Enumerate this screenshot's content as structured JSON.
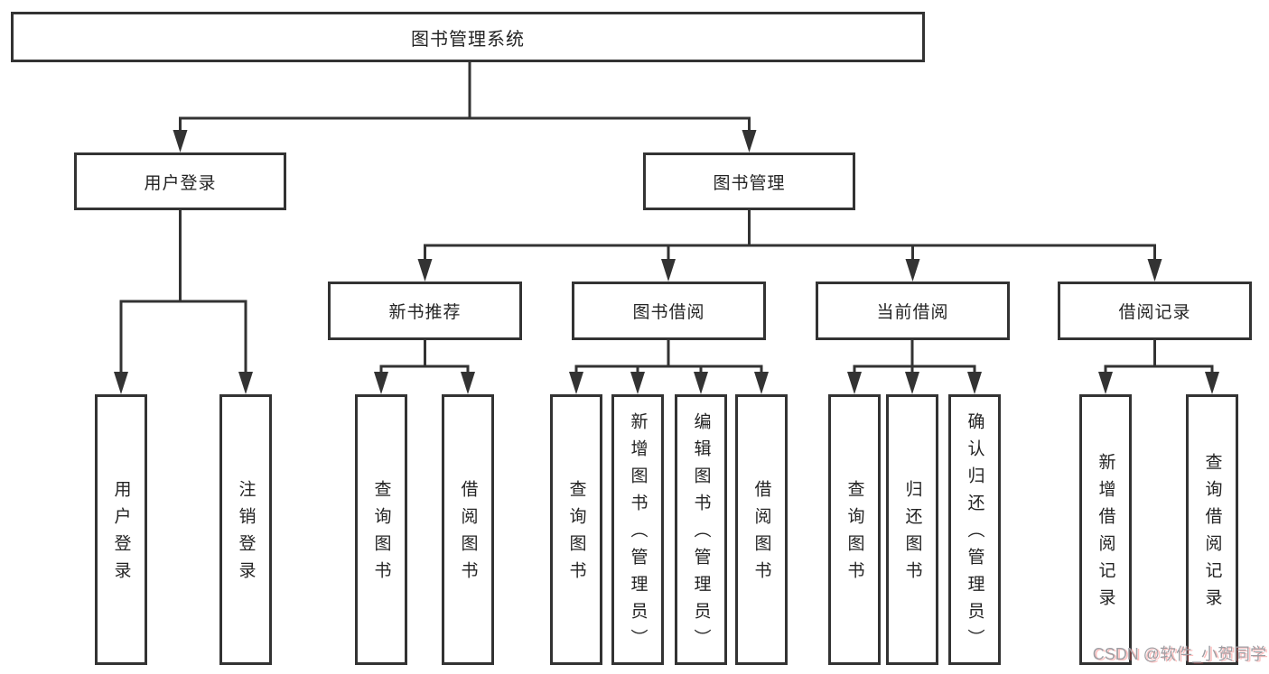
{
  "diagram": {
    "root": "图书管理系统",
    "level2": {
      "user_login": "用户登录",
      "book_management": "图书管理"
    },
    "level3": {
      "new_book_recommend": "新书推荐",
      "book_borrow": "图书借阅",
      "current_borrow": "当前借阅",
      "borrow_records": "借阅记录"
    },
    "leaves": {
      "login": "用户登录",
      "logout": "注销登录",
      "newbook_query": "查询图书",
      "newbook_borrow": "借阅图书",
      "borrow_query": "查询图书",
      "borrow_add": "新增图书（管理员）",
      "borrow_edit": "编辑图书（管理员）",
      "borrow_do": "借阅图书",
      "current_query": "查询图书",
      "current_return": "归还图书",
      "current_confirm": "确认归还（管理员）",
      "records_add": "新增借阅记录",
      "records_query": "查询借阅记录"
    }
  },
  "watermark": "CSDN @软件_小贺同学",
  "colors": {
    "line": "#333333",
    "box_border": "#333333",
    "text": "#242424",
    "background": "#ffffff",
    "watermark_gray": "#9e9ea3",
    "watermark_red": "#fc5a5a"
  }
}
